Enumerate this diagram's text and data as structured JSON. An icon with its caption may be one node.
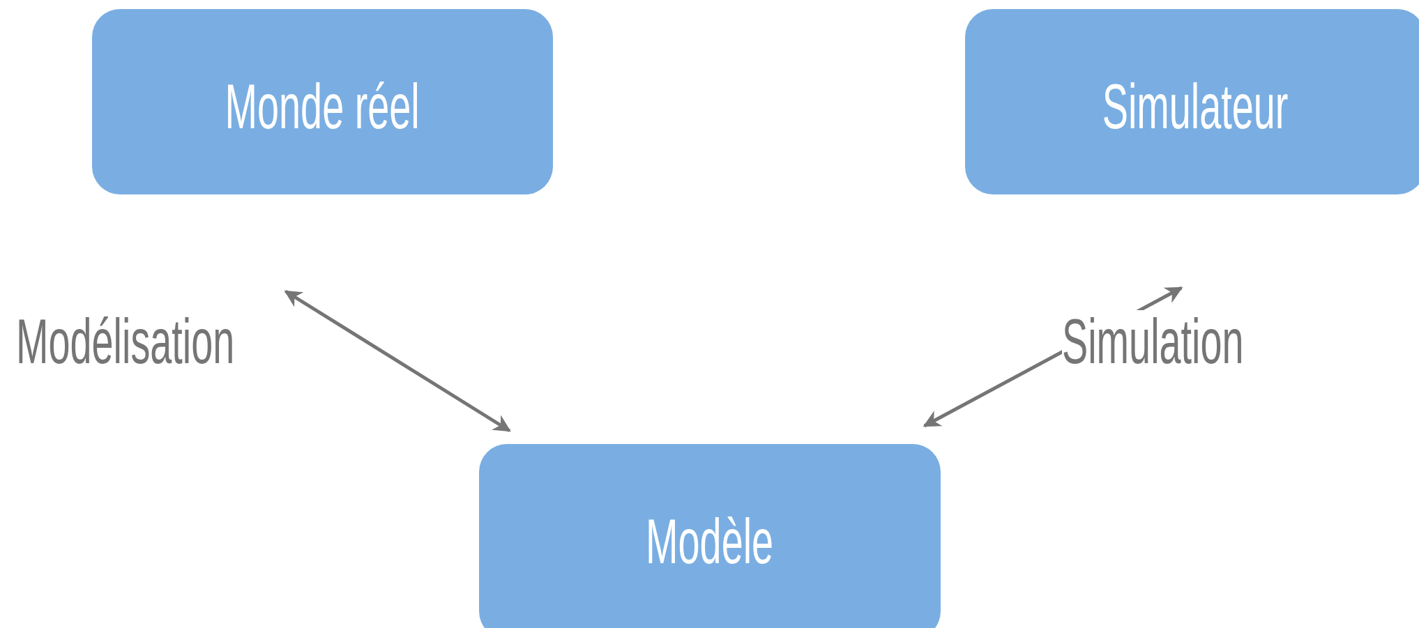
{
  "diagram": {
    "nodes": [
      {
        "text": [
          "Monde réel"
        ]
      },
      {
        "text": [
          "Simulateur"
        ]
      },
      {
        "text": [
          "Modèle"
        ]
      }
    ],
    "edges": [
      {
        "from": 0,
        "to": 2,
        "arrow": "both",
        "label": "Modélisation"
      },
      {
        "from": 2,
        "to": 1,
        "arrow": "both",
        "label": "Simulation"
      }
    ]
  }
}
